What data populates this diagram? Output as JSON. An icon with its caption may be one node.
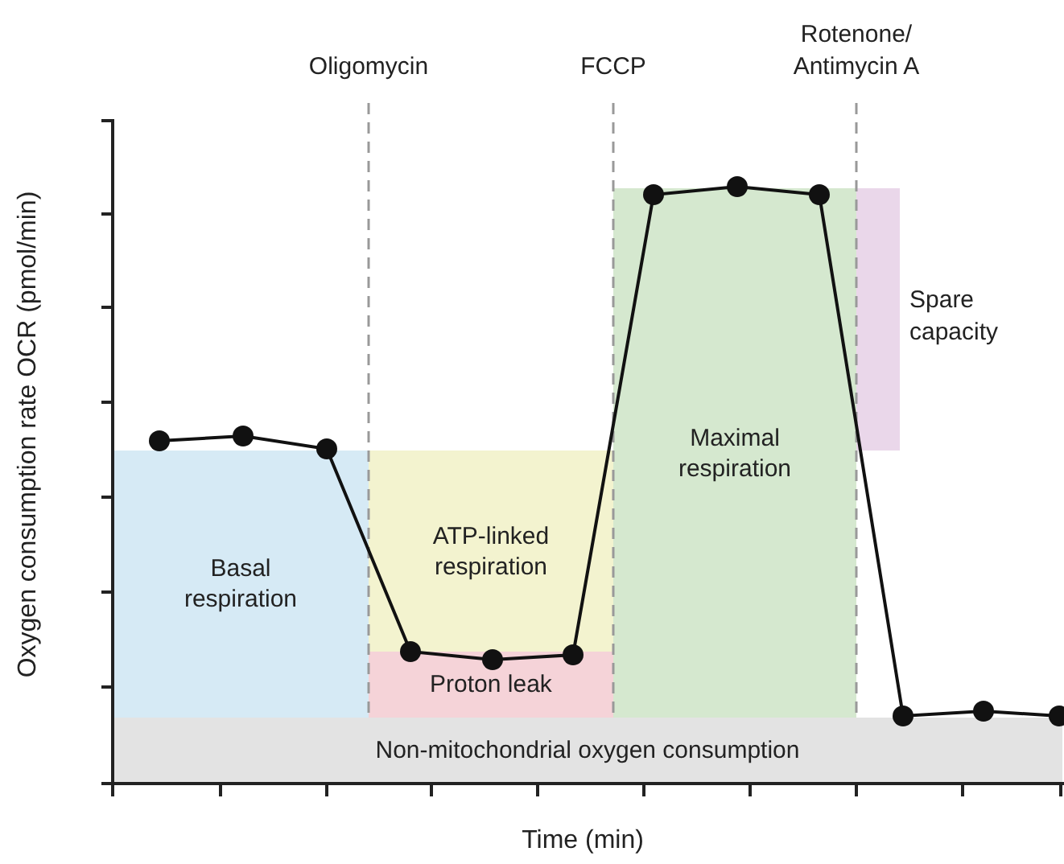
{
  "diagram": {
    "nodes": [
      {
        "text": [
          "Basal respiration"
        ]
      },
      {
        "text": [
          "ATP-linked respiration"
        ]
      },
      {
        "text": [
          "Proton leak"
        ]
      },
      {
        "text": [
          "Maximal respiration"
        ]
      },
      {
        "text": [],
        "shape": "box",
        "beside": [
          "Spare capacity"
        ]
      },
      {
        "text": [
          "Non-mitochondrial oxygen consumption"
        ]
      }
    ],
    "edges": [],
    "labels": [
      "Oligomycin",
      "FCCP",
      "Rotenone/ Antimycin A",
      "Oxygen consumption rate OCR (pmol/min)",
      "Time (min)"
    ]
  }
}
